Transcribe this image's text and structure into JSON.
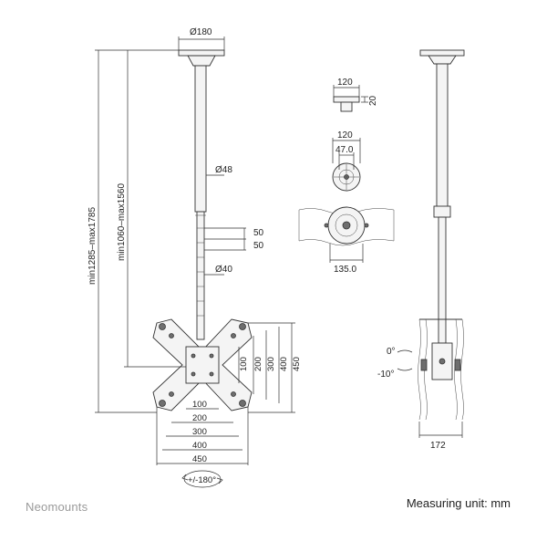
{
  "brand": "Neomounts",
  "measuring_unit": "Measuring unit: mm",
  "dimensions": {
    "top_plate": "Ø180",
    "pole_upper": "Ø48",
    "pole_lower": "Ø40",
    "hole_spacing_1": "50",
    "hole_spacing_2": "50",
    "total_height": "min1285–max1785",
    "pole_height": "min1060–max1560",
    "cap_width": "120",
    "cap_height": "20",
    "flange_width": "120",
    "flange_inner": "47.0",
    "clamp_width": "135.0",
    "plate_h_1": "100",
    "plate_h_2": "200",
    "plate_h_3": "300",
    "plate_h_4": "400",
    "plate_h_5": "450",
    "plate_v_1": "100",
    "plate_v_2": "200",
    "plate_v_3": "300",
    "plate_v_4": "400",
    "plate_v_5": "450",
    "rotation": "+/-180°",
    "tilt_up": "0°",
    "tilt_down": "-10°",
    "side_width": "172"
  }
}
